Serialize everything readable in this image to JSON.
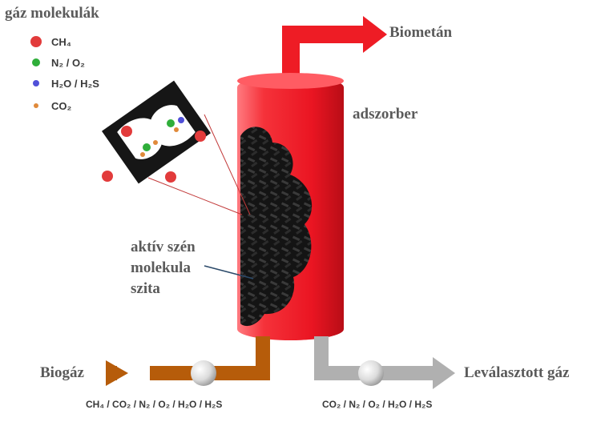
{
  "legend": {
    "title": "gáz molekulák",
    "items": [
      {
        "label": "CH₄",
        "color": "#e23b3b"
      },
      {
        "label": "N₂ / O₂",
        "color": "#2fae3a"
      },
      {
        "label": "H₂O / H₂S",
        "color": "#5050d8"
      },
      {
        "label": "CO₂",
        "color": "#e08a3a"
      }
    ]
  },
  "labels": {
    "biometan": "Biometán",
    "adszorber": "adszorber",
    "biogaz": "Biogáz",
    "levalasztott": "Leválasztott gáz",
    "aktiv_line1": "aktív szén",
    "aktiv_line2": "molekula",
    "aktiv_line3": "szita"
  },
  "compositions": {
    "input": "CH₄ / CO₂ / N₂ / O₂ / H₂O / H₂S",
    "output": "CO₂ / N₂ / O₂ / H₂O / H₂S"
  },
  "colors": {
    "vessel": "#f21f2c",
    "product_pipe": "#ee1c25",
    "feed_pipe": "#b65c0a",
    "waste_pipe": "#b0b0b0",
    "carbon": "#1a1a1a"
  }
}
